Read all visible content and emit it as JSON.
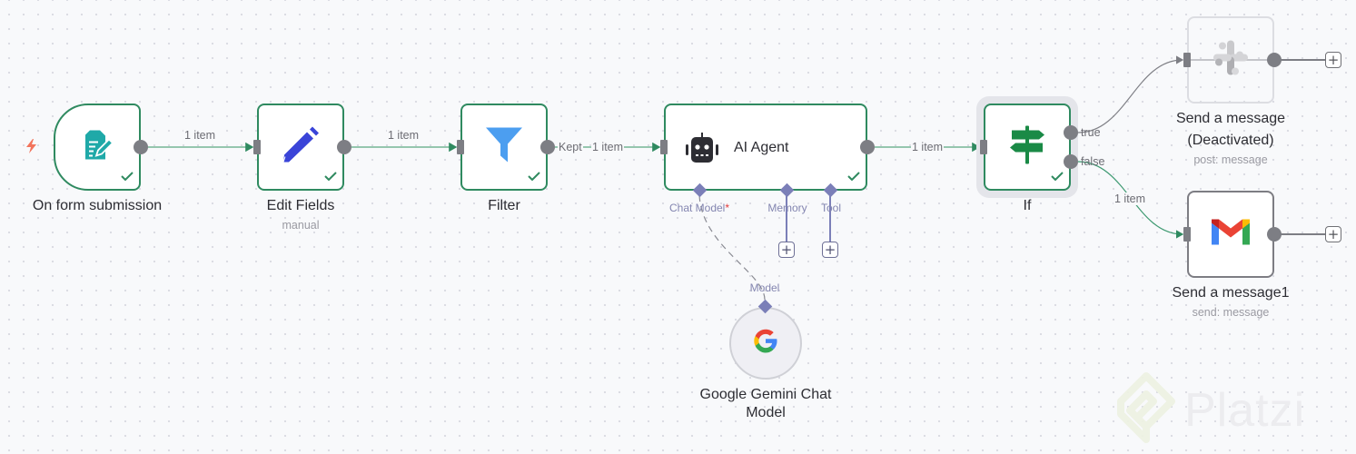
{
  "canvas": {
    "background": "#f8f9fb",
    "success_color": "#2f8a60",
    "handle_color": "#7d7e84",
    "ai_port_color": "#7b7fb8"
  },
  "nodes": {
    "form_trigger": {
      "label": "On form submission",
      "icon": "form-icon",
      "status": "success"
    },
    "edit_fields": {
      "label": "Edit Fields",
      "subtitle": "manual",
      "icon": "pencil-icon",
      "status": "success"
    },
    "filter": {
      "label": "Filter",
      "icon": "funnel-icon",
      "status": "success"
    },
    "ai_agent": {
      "label": "AI Agent",
      "icon": "robot-icon",
      "status": "success",
      "ports": {
        "chat_model": "Chat Model",
        "required_mark": "*",
        "memory": "Memory",
        "tool": "Tool"
      }
    },
    "if": {
      "label": "If",
      "icon": "signpost-icon",
      "status": "success",
      "outputs": {
        "true": "true",
        "false": "false"
      }
    },
    "slack": {
      "label_line1": "Send a message",
      "label_line2": "(Deactivated)",
      "subtitle": "post: message",
      "icon": "slack-icon",
      "status": "deactivated"
    },
    "gmail": {
      "label": "Send a message1",
      "subtitle": "send: message",
      "icon": "gmail-icon"
    },
    "gemini": {
      "label_line1": "Google Gemini Chat",
      "label_line2": "Model",
      "port_label": "Model",
      "icon": "google-icon"
    }
  },
  "edges": {
    "trigger_to_edit": "1 item",
    "edit_to_filter": "1 item",
    "filter_branch": "Kept",
    "filter_to_agent": "1 item",
    "agent_to_if": "1 item",
    "if_false_to_gmail": "1 item"
  },
  "add_buttons": {
    "symbol": "+"
  },
  "watermark": {
    "text": "Platzi"
  }
}
